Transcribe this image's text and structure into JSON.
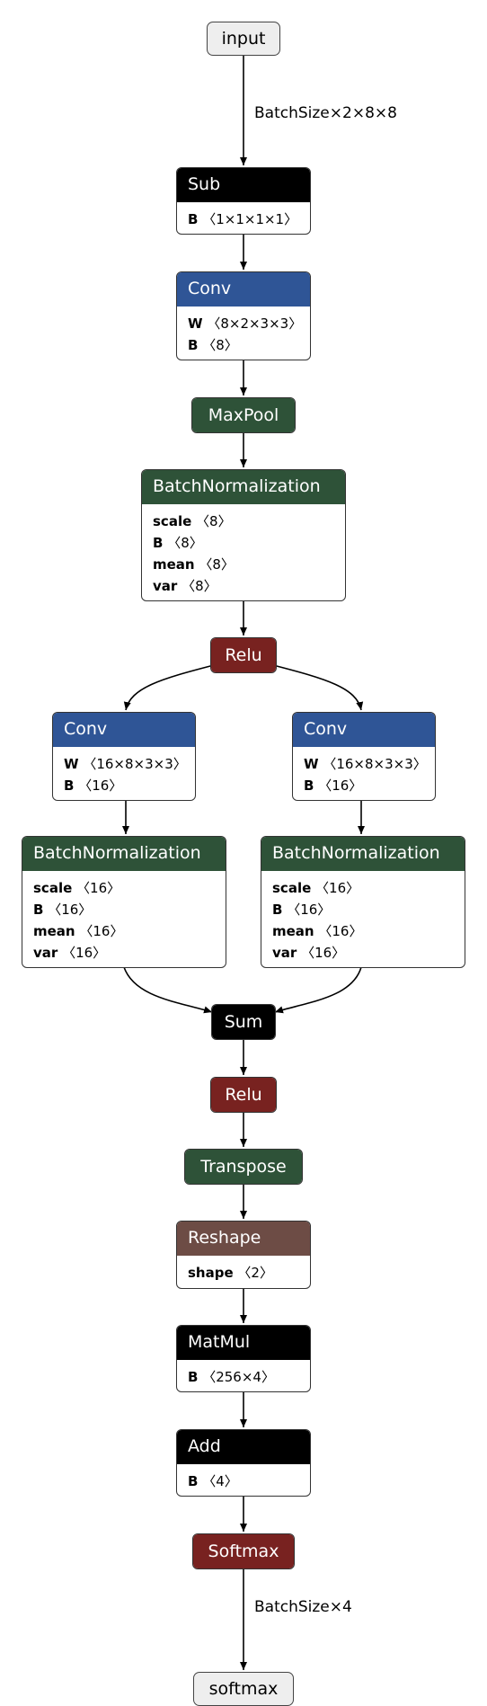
{
  "graph": {
    "input": "input",
    "output": "softmax",
    "edge_labels": [
      "BatchSize×2×8×8",
      "BatchSize×4"
    ],
    "nodes": [
      {
        "title": "Sub",
        "color": "#000000",
        "attrs": [
          {
            "name": "B",
            "shape": "〈1×1×1×1〉"
          }
        ]
      },
      {
        "title": "Conv",
        "color": "#2f5596",
        "attrs": [
          {
            "name": "W",
            "shape": "〈8×2×3×3〉"
          },
          {
            "name": "B",
            "shape": "〈8〉"
          }
        ]
      },
      {
        "title": "MaxPool",
        "color": "#2e5238",
        "attrs": []
      },
      {
        "title": "BatchNormalization",
        "color": "#2e5238",
        "attrs": [
          {
            "name": "scale",
            "shape": "〈8〉"
          },
          {
            "name": "B",
            "shape": "〈8〉"
          },
          {
            "name": "mean",
            "shape": "〈8〉"
          },
          {
            "name": "var",
            "shape": "〈8〉"
          }
        ]
      },
      {
        "title": "Relu",
        "color": "#782220",
        "attrs": []
      },
      {
        "title": "Conv",
        "color": "#2f5596",
        "attrs": [
          {
            "name": "W",
            "shape": "〈16×8×3×3〉"
          },
          {
            "name": "B",
            "shape": "〈16〉"
          }
        ]
      },
      {
        "title": "Conv",
        "color": "#2f5596",
        "attrs": [
          {
            "name": "W",
            "shape": "〈16×8×3×3〉"
          },
          {
            "name": "B",
            "shape": "〈16〉"
          }
        ]
      },
      {
        "title": "BatchNormalization",
        "color": "#2e5238",
        "attrs": [
          {
            "name": "scale",
            "shape": "〈16〉"
          },
          {
            "name": "B",
            "shape": "〈16〉"
          },
          {
            "name": "mean",
            "shape": "〈16〉"
          },
          {
            "name": "var",
            "shape": "〈16〉"
          }
        ]
      },
      {
        "title": "BatchNormalization",
        "color": "#2e5238",
        "attrs": [
          {
            "name": "scale",
            "shape": "〈16〉"
          },
          {
            "name": "B",
            "shape": "〈16〉"
          },
          {
            "name": "mean",
            "shape": "〈16〉"
          },
          {
            "name": "var",
            "shape": "〈16〉"
          }
        ]
      },
      {
        "title": "Sum",
        "color": "#000000",
        "attrs": []
      },
      {
        "title": "Relu",
        "color": "#782220",
        "attrs": []
      },
      {
        "title": "Transpose",
        "color": "#2e5238",
        "attrs": []
      },
      {
        "title": "Reshape",
        "color": "#6d4c45",
        "attrs": [
          {
            "name": "shape",
            "shape": "〈2〉"
          }
        ]
      },
      {
        "title": "MatMul",
        "color": "#000000",
        "attrs": [
          {
            "name": "B",
            "shape": "〈256×4〉"
          }
        ]
      },
      {
        "title": "Add",
        "color": "#000000",
        "attrs": [
          {
            "name": "B",
            "shape": "〈4〉"
          }
        ]
      },
      {
        "title": "Softmax",
        "color": "#782220",
        "attrs": []
      }
    ]
  }
}
